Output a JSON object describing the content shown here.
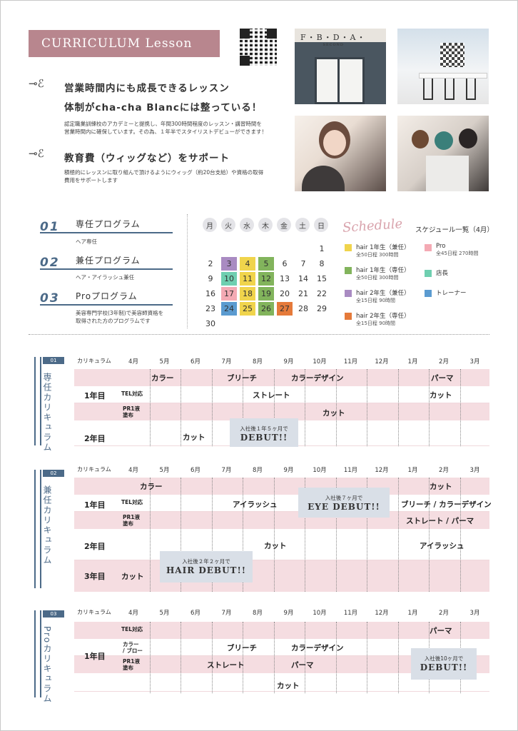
{
  "header": {
    "title": "CURRICULUM Lesson"
  },
  "intro": {
    "h1_line1": "営業時間内にも成長できるレッスン",
    "h1_line2": "体制がcha-cha Blancには整っている！",
    "p1_line1": "認定職業訓練校のアカデミーと提携し、年間300時間程度のレッスン・講習時間を",
    "p1_line2": "営業時間内に確保しています。その為、１年半でスタイリストデビューができます！",
    "h2": "教育費（ウィッグなど）をサポート",
    "p2_line1": "積極的にレッスンに取り組んで頂けるようにウィッグ（約20台支給）や資格の取得",
    "p2_line2": "費用をサポートします",
    "sign_main": "F・B・D・A・",
    "sign_sub": "SECOND"
  },
  "programs": [
    {
      "num": "01",
      "title": "専任プログラム",
      "desc1": "ヘア専任",
      "desc2": ""
    },
    {
      "num": "02",
      "title": "兼任プログラム",
      "desc1": "ヘア・アイラッシュ兼任",
      "desc2": ""
    },
    {
      "num": "03",
      "title": "Proプログラム",
      "desc1": "美容専門学校(3年制)で美容師資格を",
      "desc2": "取得された方のプログラムです"
    }
  ],
  "calendar": {
    "days": [
      "月",
      "火",
      "水",
      "木",
      "金",
      "土",
      "日"
    ],
    "weeks": [
      [
        "",
        "",
        "",
        "",
        "",
        "",
        "1"
      ],
      [
        "2",
        "3",
        "4",
        "5",
        "6",
        "7",
        "8"
      ],
      [
        "9",
        "10",
        "11",
        "12",
        "13",
        "14",
        "15"
      ],
      [
        "16",
        "17",
        "18",
        "19",
        "20",
        "21",
        "22"
      ],
      [
        "23",
        "24",
        "25",
        "26",
        "27",
        "28",
        "29"
      ],
      [
        "30",
        "",
        "",
        "",
        "",
        "",
        ""
      ]
    ],
    "colors": {
      "3": "#a98bc2",
      "4": "#f0d44c",
      "5": "#82b45c",
      "10": "#6fcfb0",
      "11": "#f0d44c",
      "12": "#82b45c",
      "17": "#f4aab4",
      "18": "#f0d44c",
      "19": "#82b45c",
      "24": "#5b9bd0",
      "25": "#f0d44c",
      "26": "#82b45c",
      "27": "#e57a3a"
    }
  },
  "schedule": {
    "script": "Schedule",
    "title": "スケジュール一覧（4月）",
    "items": [
      {
        "label": "hair 1年生（兼任）",
        "sub": "全50日程 300時間",
        "color": "#f0d44c"
      },
      {
        "label": "Pro",
        "sub": "全45日程 270時間",
        "color": "#f4aab4"
      },
      {
        "label": "hair 1年生（専任）",
        "sub": "全50日程 300時間",
        "color": "#82b45c"
      },
      {
        "label": "店長",
        "sub": "",
        "color": "#6fcfb0"
      },
      {
        "label": "hair 2年生（兼任）",
        "sub": "全15日程 90時間",
        "color": "#a98bc2"
      },
      {
        "label": "トレーナー",
        "sub": "",
        "color": "#5b9bd0"
      },
      {
        "label": "hair 2年生（専任）",
        "sub": "全15日程 90時間",
        "color": "#e57a3a"
      }
    ]
  },
  "months": [
    "4月",
    "5月",
    "6月",
    "7月",
    "8月",
    "9月",
    "10月",
    "11月",
    "12月",
    "1月",
    "2月",
    "3月"
  ],
  "curriculum_label": "カリキュラム",
  "c1": {
    "badge": "01",
    "vtitle": "専任カリキュラム",
    "y1": "1年目",
    "y2": "2年目",
    "r1": {
      "a": "カラー",
      "b": "ブリーチ",
      "c": "カラーデザイン",
      "d": "パーマ"
    },
    "r2": {
      "tag": "TEL対応",
      "a": "ストレート",
      "b": "カット"
    },
    "r3": {
      "tag1": "PR1液",
      "tag2": "塗布",
      "a": "カット"
    },
    "r4": {
      "a": "カット"
    },
    "note": {
      "small": "入社後１年５ヶ月で",
      "big": "DEBUT!!"
    }
  },
  "c2": {
    "badge": "02",
    "vtitle": "兼任カリキュラム",
    "y1": "1年目",
    "y2": "2年目",
    "y3": "3年目",
    "r1": {
      "a": "カラー",
      "b": "カット"
    },
    "r2": {
      "tag": "TEL対応",
      "a": "アイラッシュ",
      "b": "ブリーチ / カラーデザイン"
    },
    "r3": {
      "tag1": "PR1液",
      "tag2": "塗布",
      "a": "ストレート / パーマ"
    },
    "r4": {
      "a": "カット",
      "b": "アイラッシュ"
    },
    "r5": {
      "a": "カット"
    },
    "note1": {
      "small": "入社後７ヶ月で",
      "big": "EYE DEBUT!!"
    },
    "note2": {
      "small": "入社後２年２ヶ月で",
      "big": "HAIR DEBUT!!"
    }
  },
  "c3": {
    "badge": "03",
    "vtitle": "Proカリキュラム",
    "y1": "1年目",
    "r1": {
      "tag": "TEL対応",
      "a": "パーマ"
    },
    "r2": {
      "tag1": "カラー",
      "tag2": "/ ブロー",
      "a": "ブリーチ",
      "b": "カラーデザイン"
    },
    "r3": {
      "tag1": "PR1液",
      "tag2": "塗布",
      "a": "ストレート",
      "b": "パーマ"
    },
    "r4": {
      "a": "カット"
    },
    "note": {
      "small": "入社後10ヶ月で",
      "big": "DEBUT!!"
    }
  }
}
